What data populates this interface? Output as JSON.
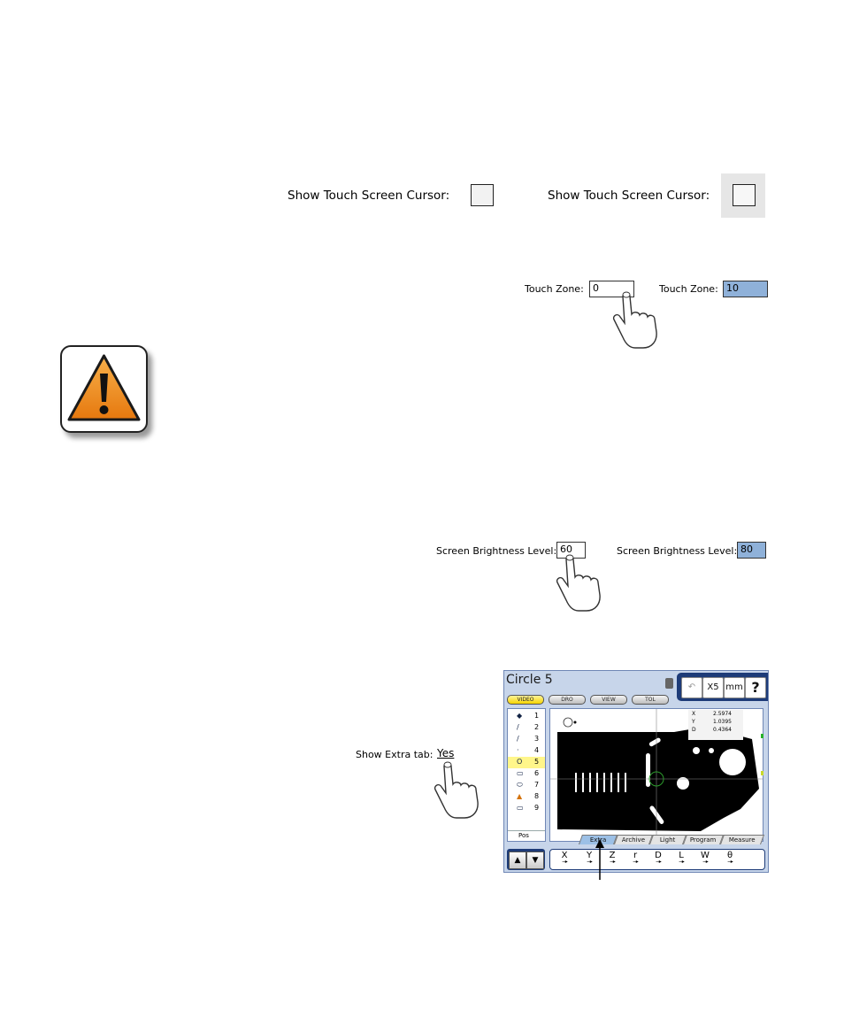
{
  "cursor_setting": {
    "label_left": "Show Touch Screen Cursor:",
    "label_right": "Show Touch Screen Cursor:"
  },
  "touch_zone": {
    "label_left": "Touch Zone:",
    "value_left": "0",
    "label_right": "Touch Zone:",
    "value_right": "10"
  },
  "brightness": {
    "label_left": "Screen Brightness Level:",
    "value_left": "60",
    "label_right": "Screen Brightness Level:",
    "value_right": "80"
  },
  "extra_tab_setting": {
    "label": "Show Extra tab:",
    "value": "Yes"
  },
  "screen": {
    "title": "Circle 5",
    "top_buttons": [
      "VIDEO",
      "DRO",
      "VIEW",
      "TOL"
    ],
    "tools": {
      "magnification": "X5",
      "units": "mm",
      "help": "?"
    },
    "features": [
      {
        "icon": "◆",
        "num": "1"
      },
      {
        "icon": "/",
        "num": "2"
      },
      {
        "icon": "/",
        "num": "3"
      },
      {
        "icon": "·",
        "num": "4"
      },
      {
        "icon": "O",
        "num": "5"
      },
      {
        "icon": "▭",
        "num": "6"
      },
      {
        "icon": "⬭",
        "num": "7"
      },
      {
        "icon": "▲",
        "num": "8"
      },
      {
        "icon": "▭",
        "num": "9"
      }
    ],
    "list_footer": "Pos",
    "readout": [
      {
        "axis": "X",
        "value": "2.5974"
      },
      {
        "axis": "Y",
        "value": "1.0395"
      },
      {
        "axis": "D",
        "value": "0.4364"
      }
    ],
    "tabs": [
      "Extra",
      "Archive",
      "Light",
      "Program",
      "Measure"
    ],
    "dro_axes": [
      "X",
      "Y",
      "Z",
      "r",
      "D",
      "L",
      "W",
      "θ"
    ]
  },
  "colors": {
    "selection_blue": "#8fb1d9",
    "warning_orange": "#f08a1c",
    "screen_navy": "#1d3b78",
    "highlight_yellow": "#fff68a"
  }
}
